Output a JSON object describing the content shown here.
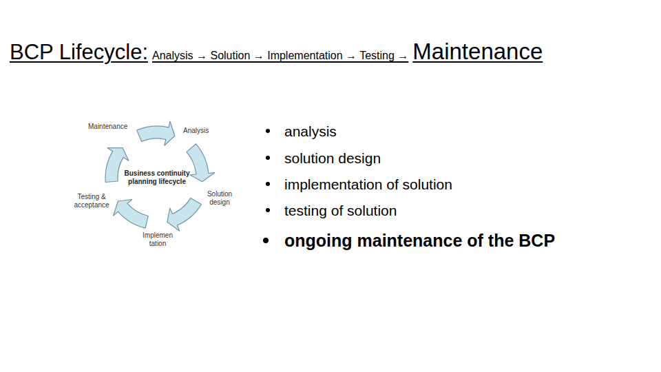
{
  "diagram": {
    "title": "BCP Lifecycle:",
    "labels": [
      "Analysis → Solution → Implementation → Testing →",
      "Maintenance",
      "Maintenance",
      "Analysis",
      "Business continuity planning lifecycle",
      "Solution design",
      "Implementation",
      "Testing & acceptance",
      "analysis",
      "solution design",
      "implementation of solution",
      "testing of solution",
      "ongoing maintenance of the BCP"
    ]
  }
}
